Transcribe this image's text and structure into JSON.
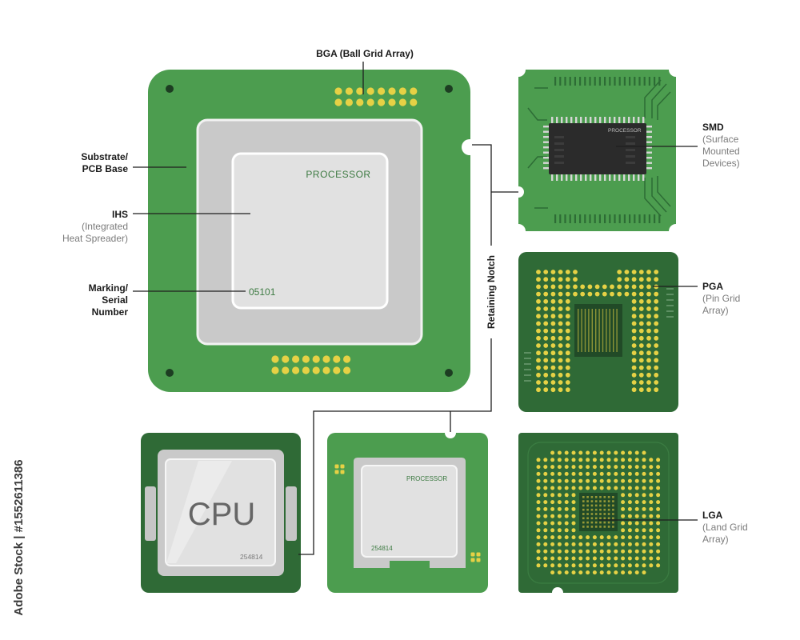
{
  "labels": {
    "bga": "BGA (Ball Grid Array)",
    "substrate_1": "Substrate/",
    "substrate_2": "PCB Base",
    "ihs_title": "IHS",
    "ihs_sub_1": "(Integrated",
    "ihs_sub_2": "Heat Spreader)",
    "marking_1": "Marking/",
    "marking_2": "Serial",
    "marking_3": "Number",
    "smd_title": "SMD",
    "smd_sub_1": "(Surface",
    "smd_sub_2": "Mounted",
    "smd_sub_3": "Devices)",
    "pga_title": "PGA",
    "pga_sub_1": "(Pin Grid",
    "pga_sub_2": "Array)",
    "lga_title": "LGA",
    "lga_sub_1": "(Land Grid",
    "lga_sub_2": "Array)",
    "retaining_notch": "Retaining Notch"
  },
  "chips": {
    "main_marking": "PROCESSOR",
    "main_serial": "05101",
    "smd_marking": "PROCESSOR",
    "cpu_text": "CPU",
    "cpu_serial": "254814",
    "small_marking": "PROCESSOR",
    "small_serial": "254814"
  },
  "watermark": {
    "stock_id": "Adobe Stock | #1552611386"
  },
  "colors": {
    "pcb_green": "#4c9d4f",
    "pcb_dark_green": "#2f6a36",
    "ihs_silver": "#d3d3d3",
    "pad_gold": "#e6d145"
  }
}
